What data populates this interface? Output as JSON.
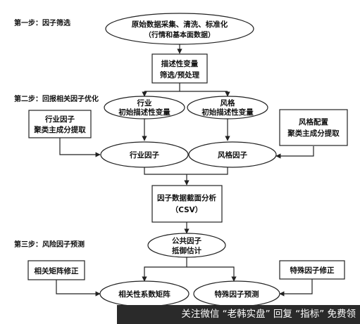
{
  "steps": {
    "step1": "第一步：因子筛选",
    "step2": "第二步：回报相关因子优化",
    "step3": "第三步：风险因子预测"
  },
  "nodes": {
    "raw_data": {
      "line1": "原始数据采集、清洗、标准化",
      "line2": "（行情和基本面数据）"
    },
    "descriptor": {
      "line1": "描述性变量",
      "line2": "筛选/预处理"
    },
    "industry_desc": {
      "line1": "行业",
      "line2": "初始描述性变量"
    },
    "style_desc": {
      "line1": "风格",
      "line2": "初始描述性变量"
    },
    "industry_pca": {
      "line1": "行业因子",
      "line2": "聚类主成分提取"
    },
    "style_pca": {
      "line1": "风格配置",
      "line2": "聚类主成分提取"
    },
    "industry_factor": {
      "line1": "行业因子"
    },
    "style_factor": {
      "line1": "风格因子"
    },
    "csr": {
      "line1": "因子数据截面分析",
      "line2": "（CSV）"
    },
    "common_factor": {
      "line1": "公共因子",
      "line2": "抵御估计"
    },
    "corr_fix": {
      "line1": "相关矩阵修正"
    },
    "special_fix": {
      "line1": "特殊因子修正"
    },
    "corr_matrix": {
      "line1": "相关性系数矩阵"
    },
    "special_pred": {
      "line1": "特殊因子预测"
    }
  },
  "watermark": "关注微信 “老韩实盘” 回复 “指标” 免费领"
}
